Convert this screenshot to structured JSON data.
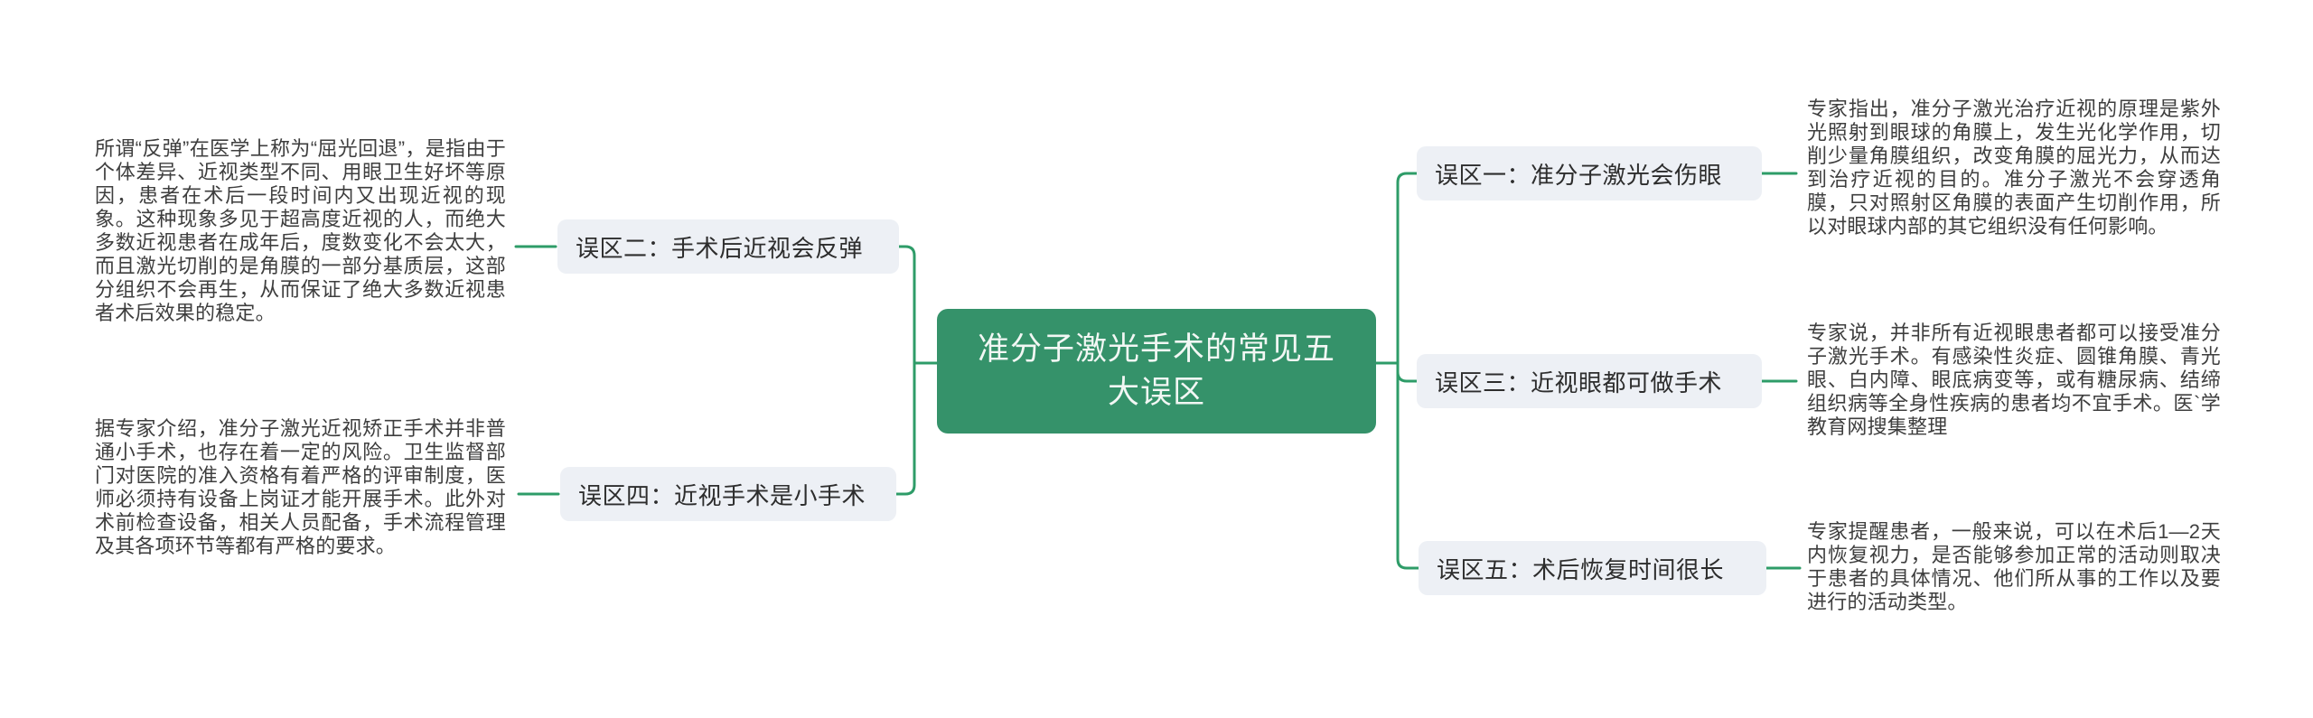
{
  "diagram": {
    "type": "mindmap",
    "center": {
      "title": "准分子激光手术的常见五大误区"
    },
    "colors": {
      "center_fill": "#35926a",
      "connector": "#2e9c68",
      "branch_fill": "#edf0f5",
      "branch_text": "#2d2d2d",
      "note_text": "#3e3e3e",
      "background": "#ffffff"
    },
    "left_branches": [
      {
        "label": "误区二：手术后近视会反弹",
        "note": "所谓“反弹”在医学上称为“屈光回退”，是指由于个体差异、近视类型不同、用眼卫生好坏等原因，患者在术后一段时间内又出现近视的现象。这种现象多见于超高度近视的人，而绝大多数近视患者在成年后，度数变化不会太大，而且激光切削的是角膜的一部分基质层，这部分组织不会再生，从而保证了绝大多数近视患者术后效果的稳定。"
      },
      {
        "label": "误区四：近视手术是小手术",
        "note": "据专家介绍，准分子激光近视矫正手术并非普通小手术，也存在着一定的风险。卫生监督部门对医院的准入资格有着严格的评审制度，医师必须持有设备上岗证才能开展手术。此外对术前检查设备，相关人员配备，手术流程管理及其各项环节等都有严格的要求。"
      }
    ],
    "right_branches": [
      {
        "label": "误区一：准分子激光会伤眼",
        "note": "专家指出，准分子激光治疗近视的原理是紫外光照射到眼球的角膜上，发生光化学作用，切削少量角膜组织，改变角膜的屈光力，从而达到治疗近视的目的。准分子激光不会穿透角膜，只对照射区角膜的表面产生切削作用，所以对眼球内部的其它组织没有任何影响。"
      },
      {
        "label": "误区三：近视眼都可做手术",
        "note": "专家说，并非所有近视眼患者都可以接受准分子激光手术。有感染性炎症、圆锥角膜、青光眼、白内障、眼底病变等，或有糖尿病、结缔组织病等全身性疾病的患者均不宜手术。医`学教育网搜集整理"
      },
      {
        "label": "误区五：术后恢复时间很长",
        "note": "专家提醒患者，一般来说，可以在术后1—2天内恢复视力，是否能够参加正常的活动则取决于患者的具体情况、他们所从事的工作以及要进行的活动类型。"
      }
    ]
  }
}
